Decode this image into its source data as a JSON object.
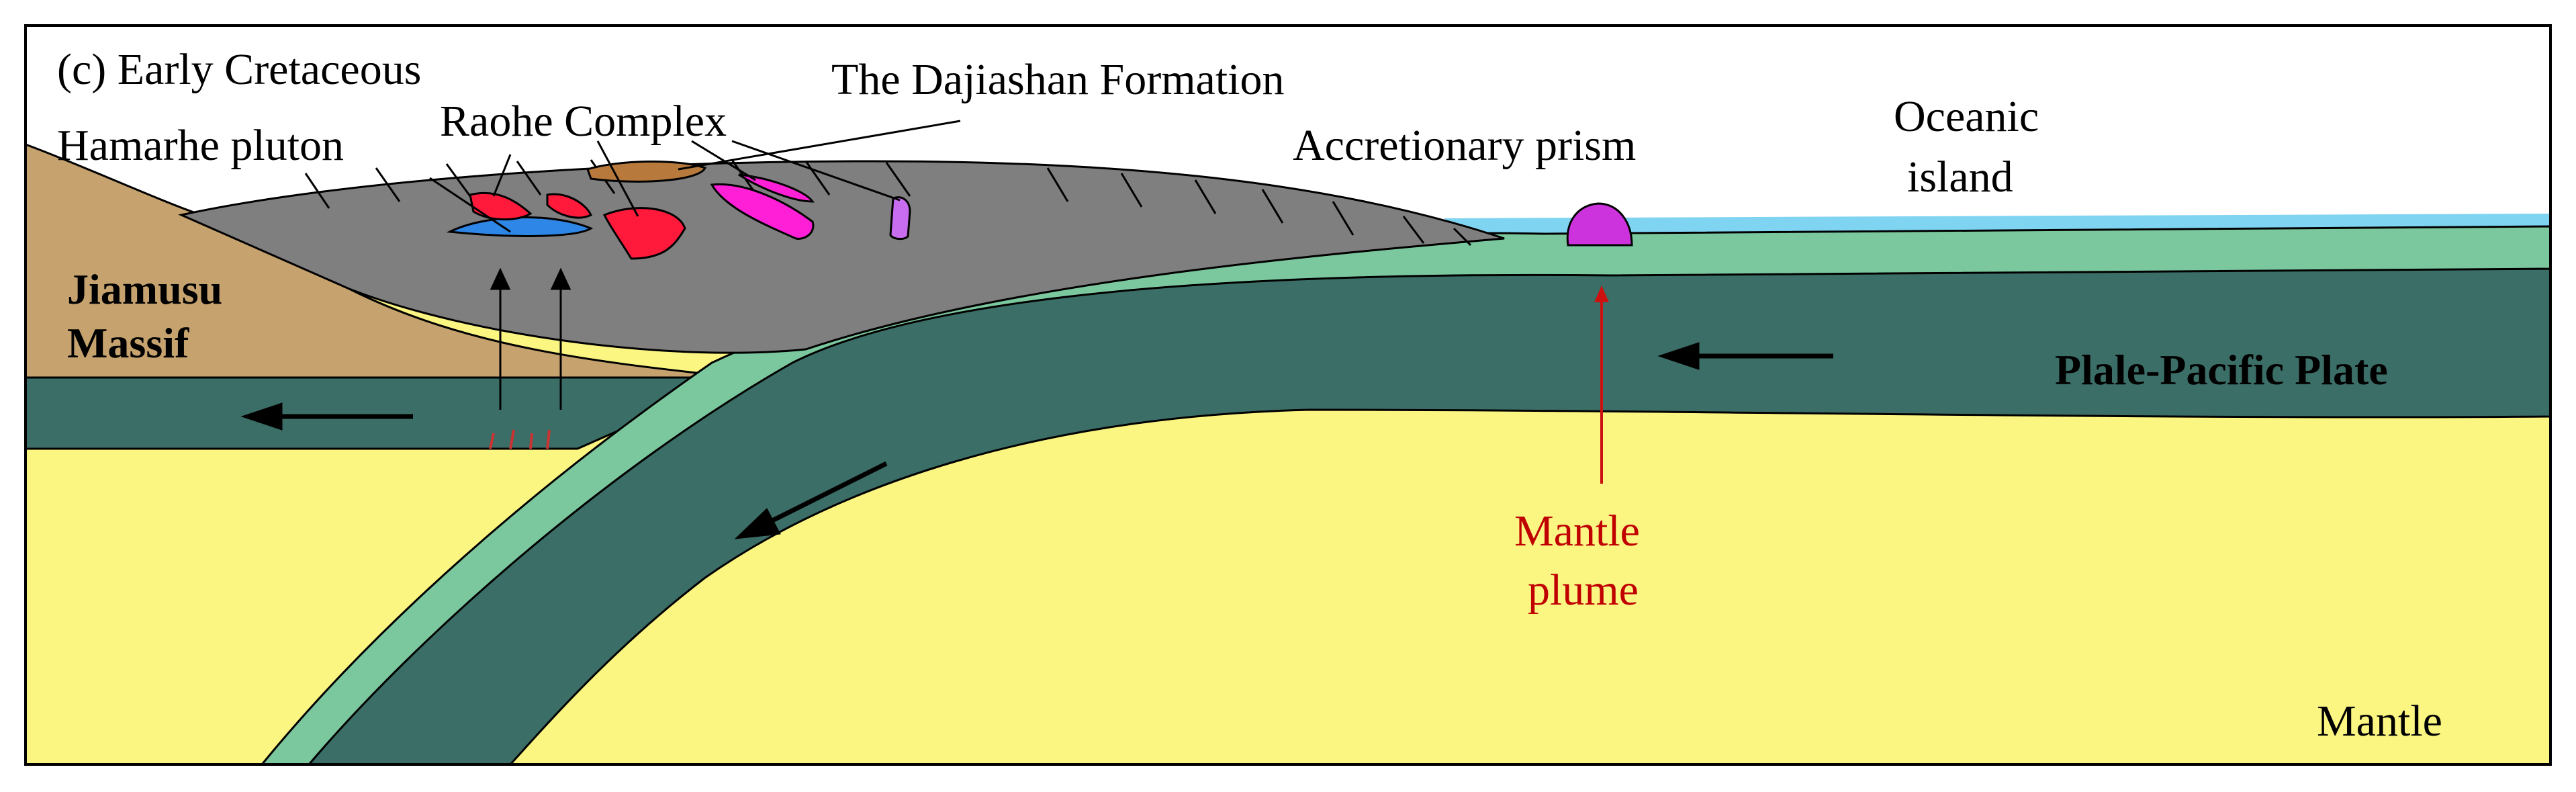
{
  "panel_title": "(c) Early  Cretaceous",
  "labels": {
    "dajiashan": "The Dajiashan Formation",
    "raohe": "Raohe Complex",
    "hamarhe": "Hamarhe pluton",
    "accretionary_prism": "Accretionary prism",
    "oceanic_island_line1": "Oceanic",
    "oceanic_island_line2": "island",
    "jiamusu_line1": "Jiamusu",
    "jiamusu_line2": "Massif",
    "pacific_plate": "Plale-Pacific Plate",
    "mantle_plume_line1": "Mantle",
    "mantle_plume_line2": "plume",
    "mantle": "Mantle"
  },
  "colors": {
    "mantle": "#fbf582",
    "jiamusu_massif": "#c6a26e",
    "lithosphere": "#3b6e66",
    "oceanic_crust": "#7cc89e",
    "accretionary_wedge": "#7f7f7f",
    "ocean": "#7fd4f2",
    "granite_red": "#ff1a3c",
    "pluton_blue": "#2e86e6",
    "dajiashan_brown": "#b87a3c",
    "magenta": "#ff1fd6",
    "violet": "#c86cf0",
    "seamount_purple": "#cc33dd",
    "plume_red": "#cc1111",
    "arrow_black": "#000000"
  }
}
